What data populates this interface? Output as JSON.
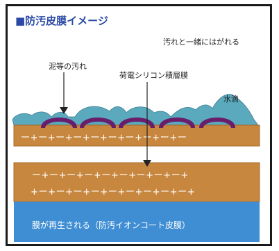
{
  "title": "■防汚皮膜イメージ",
  "annotations": {
    "dirt_wash": "汚れと一緒にはがれる",
    "mud_dirt": "泥等の汚れ",
    "coating": "荷電シリコン積層膜",
    "water": "水滴",
    "regenerate": "膜が再生される（防汚イオンコート皮膜）"
  },
  "charges": {
    "upper_layer": "ー+ー+ー+ー+ー+ー+ー+ー+ー+ー",
    "lower_row1": "ー+ー+ー+ー+ー+ー+ー+ー+ー+",
    "lower_row2": "+ー+ー+ー+ー+ー+ー+ー+ー+ー+"
  },
  "colors": {
    "title": "#2b4aa6",
    "film": "#c8873e",
    "film_edge": "#a8682a",
    "base": "#3f8ed4",
    "water": "#5aa9bd",
    "dirt": "#6a1d6a"
  }
}
